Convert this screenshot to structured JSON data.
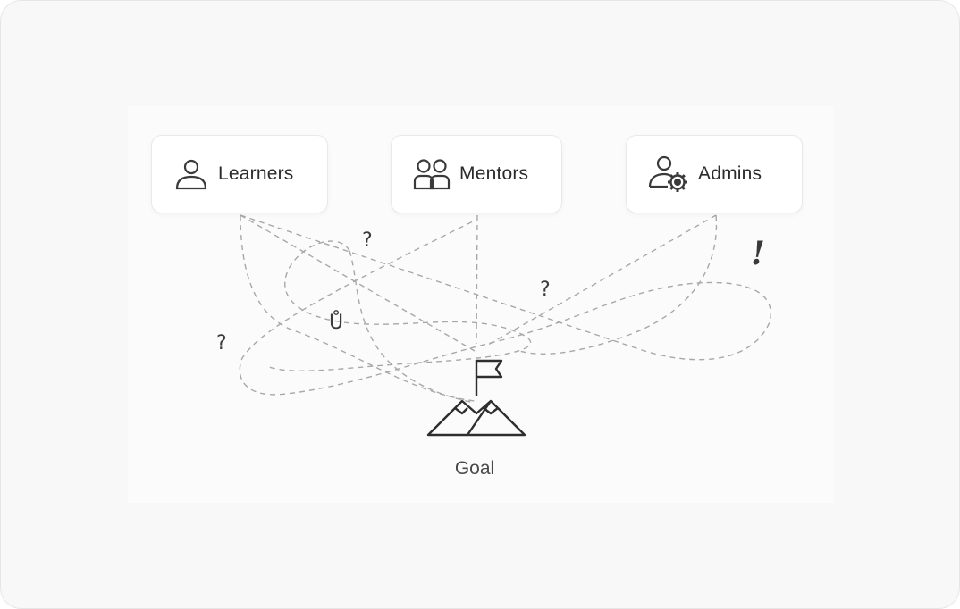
{
  "nodes": [
    {
      "label": "Learners",
      "icon": "user-icon"
    },
    {
      "label": "Mentors",
      "icon": "users-icon"
    },
    {
      "label": "Admins",
      "icon": "user-gear-icon"
    }
  ],
  "goal": {
    "label": "Goal",
    "icon": "mountain-flag-icon"
  },
  "marks": [
    "?",
    "?",
    "?",
    "Ů",
    "!"
  ],
  "colors": {
    "background": "#f8f8f9",
    "card": "#ffffff",
    "line": "#a8a8a8",
    "text": "#2b2b2b"
  }
}
